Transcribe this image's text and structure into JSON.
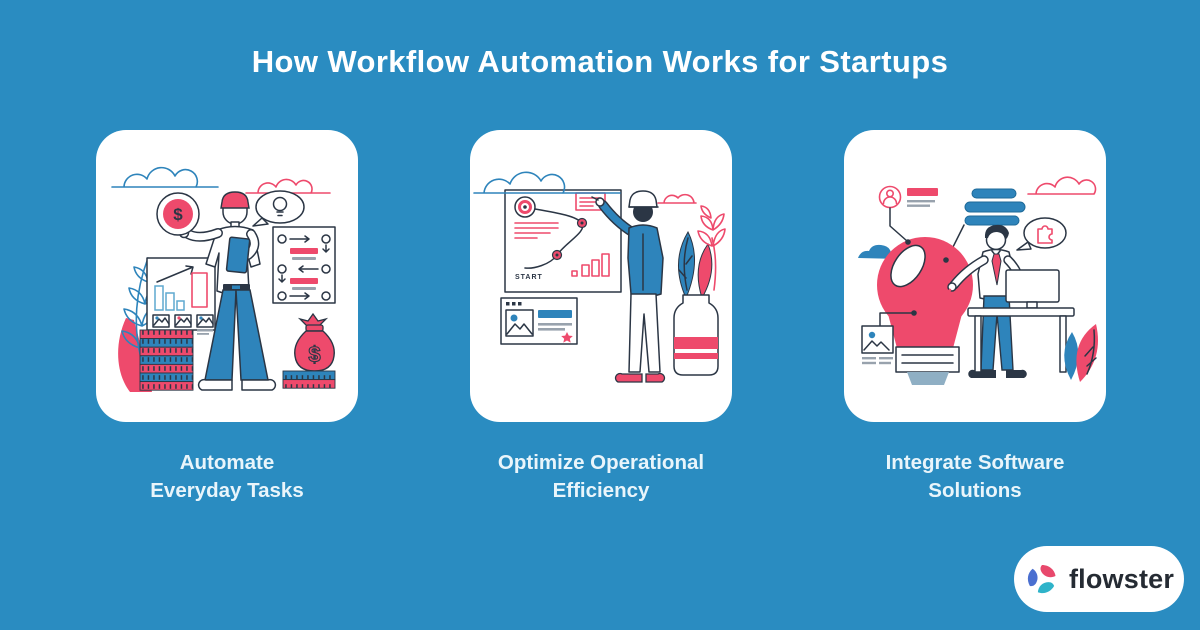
{
  "header": {
    "title": "How Workflow Automation Works for Startups"
  },
  "cards": [
    {
      "caption_line1": "Automate",
      "caption_line2": "Everyday Tasks",
      "coin_symbol": "$",
      "moneybag_symbol": "$"
    },
    {
      "caption_line1": "Optimize Operational",
      "caption_line2": "Efficiency",
      "board_label": "START"
    },
    {
      "caption_line1": "Integrate Software",
      "caption_line2": "Solutions"
    }
  ],
  "brand": {
    "name": "flowster"
  },
  "colors": {
    "background": "#2a8cc1",
    "card_background": "#ffffff",
    "accent_pink": "#ee4a6c",
    "accent_blue": "#2e84bb",
    "outline_navy": "#2b3645",
    "caption_text": "#e9f5fb",
    "brand_text": "#252b33",
    "logo_pink": "#e8486c",
    "logo_blue": "#4a6fd0",
    "logo_teal": "#2fb3c9"
  }
}
